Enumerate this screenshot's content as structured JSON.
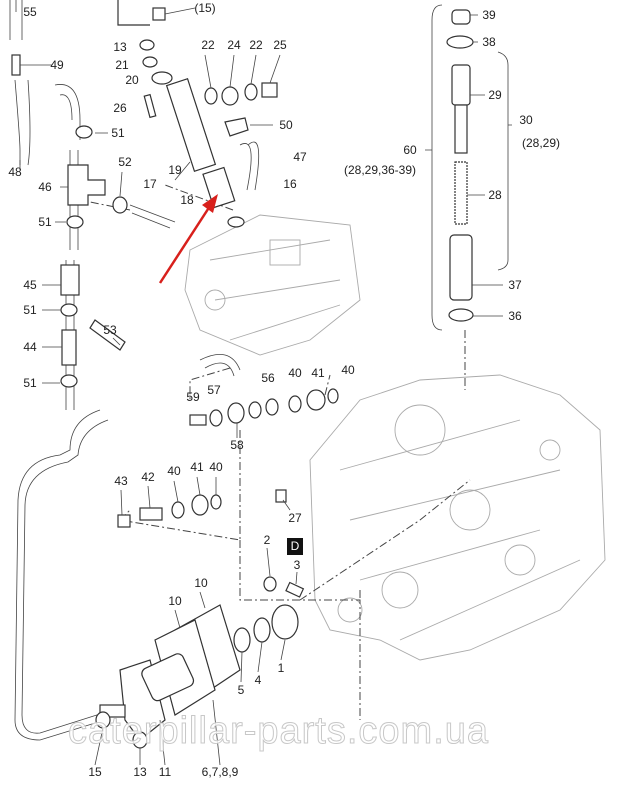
{
  "diagram": {
    "callouts": [
      "55",
      "(15)",
      "13",
      "21",
      "20",
      "22",
      "24",
      "22",
      "25",
      "49",
      "26",
      "51",
      "50",
      "48",
      "46",
      "52",
      "19",
      "17",
      "18",
      "47",
      "16",
      "51",
      "45",
      "51",
      "53",
      "44",
      "51",
      "59",
      "57",
      "56",
      "40",
      "41",
      "40",
      "58",
      "43",
      "42",
      "40",
      "41",
      "40",
      "27",
      "2",
      "3",
      "10",
      "10",
      "1",
      "4",
      "5",
      "15",
      "13",
      "11",
      "6,7,8,9",
      "39",
      "38",
      "29",
      "30",
      "(28,29)",
      "60",
      "(28,29,36-39)",
      "28",
      "37",
      "36"
    ],
    "section_marker": "D",
    "watermark": "caterpillar-parts.com.ua",
    "arrow_color": "#d8201c"
  }
}
